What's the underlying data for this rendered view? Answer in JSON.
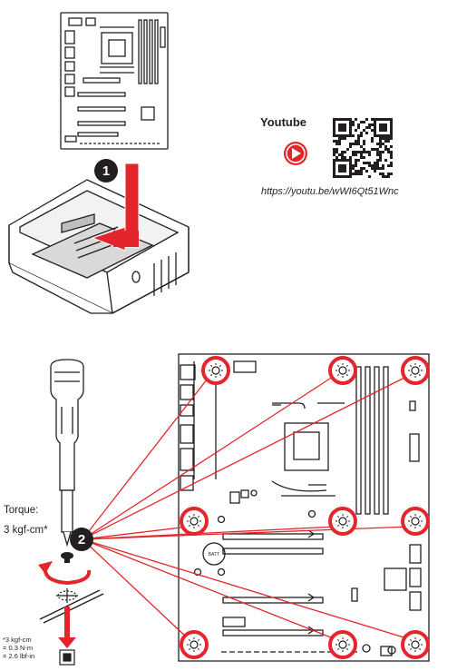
{
  "youtube": {
    "title": "Youtube",
    "url": "https://youtu.be/wWI6Qt51Wnc"
  },
  "steps": {
    "step1": "1",
    "step2": "2"
  },
  "torque": {
    "label": "Torque:",
    "value": "3 kgf-cm*",
    "conversions": [
      "*3 kgf-cm",
      "= 0.3 N-m",
      "= 2.6 lbf-in"
    ]
  },
  "board": {
    "battery_label": "BATT"
  },
  "colors": {
    "accent_red": "#e3262b",
    "line_black": "#231f20"
  }
}
